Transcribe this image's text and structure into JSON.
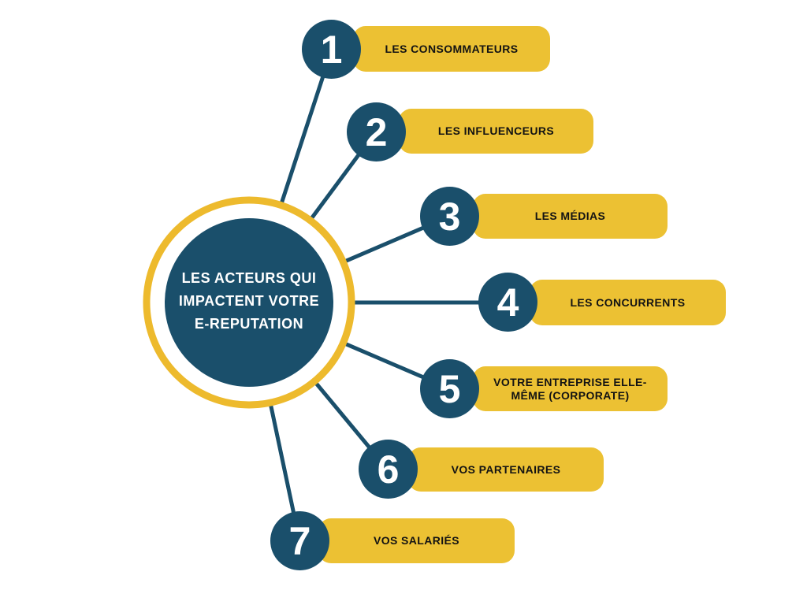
{
  "diagram": {
    "hub": {
      "title": "LES ACTEURS QUI IMPACTENT VOTRE E-REPUTATION",
      "title_lines": [
        "LES ACTEURS QUI",
        "IMPACTENT VOTRE",
        "E-REPUTATION"
      ]
    },
    "items": [
      {
        "number": "1",
        "label": "LES CONSOMMATEURS"
      },
      {
        "number": "2",
        "label": "LES INFLUENCEURS"
      },
      {
        "number": "3",
        "label": "LES MÉDIAS"
      },
      {
        "number": "4",
        "label": "LES CONCURRENTS"
      },
      {
        "number": "5",
        "label": "VOTRE ENTREPRISE ELLE-MÊME (CORPORATE)"
      },
      {
        "number": "6",
        "label": "VOS PARTENAIRES"
      },
      {
        "number": "7",
        "label": "VOS SALARIÉS"
      }
    ],
    "colors": {
      "navy": "#1A4F6B",
      "bar_yellow": "#ECC133",
      "ring_yellow": "#EDBA2D",
      "label_text": "#131313",
      "number_text": "#FFFFFF",
      "background": "#FFFFFF"
    }
  }
}
